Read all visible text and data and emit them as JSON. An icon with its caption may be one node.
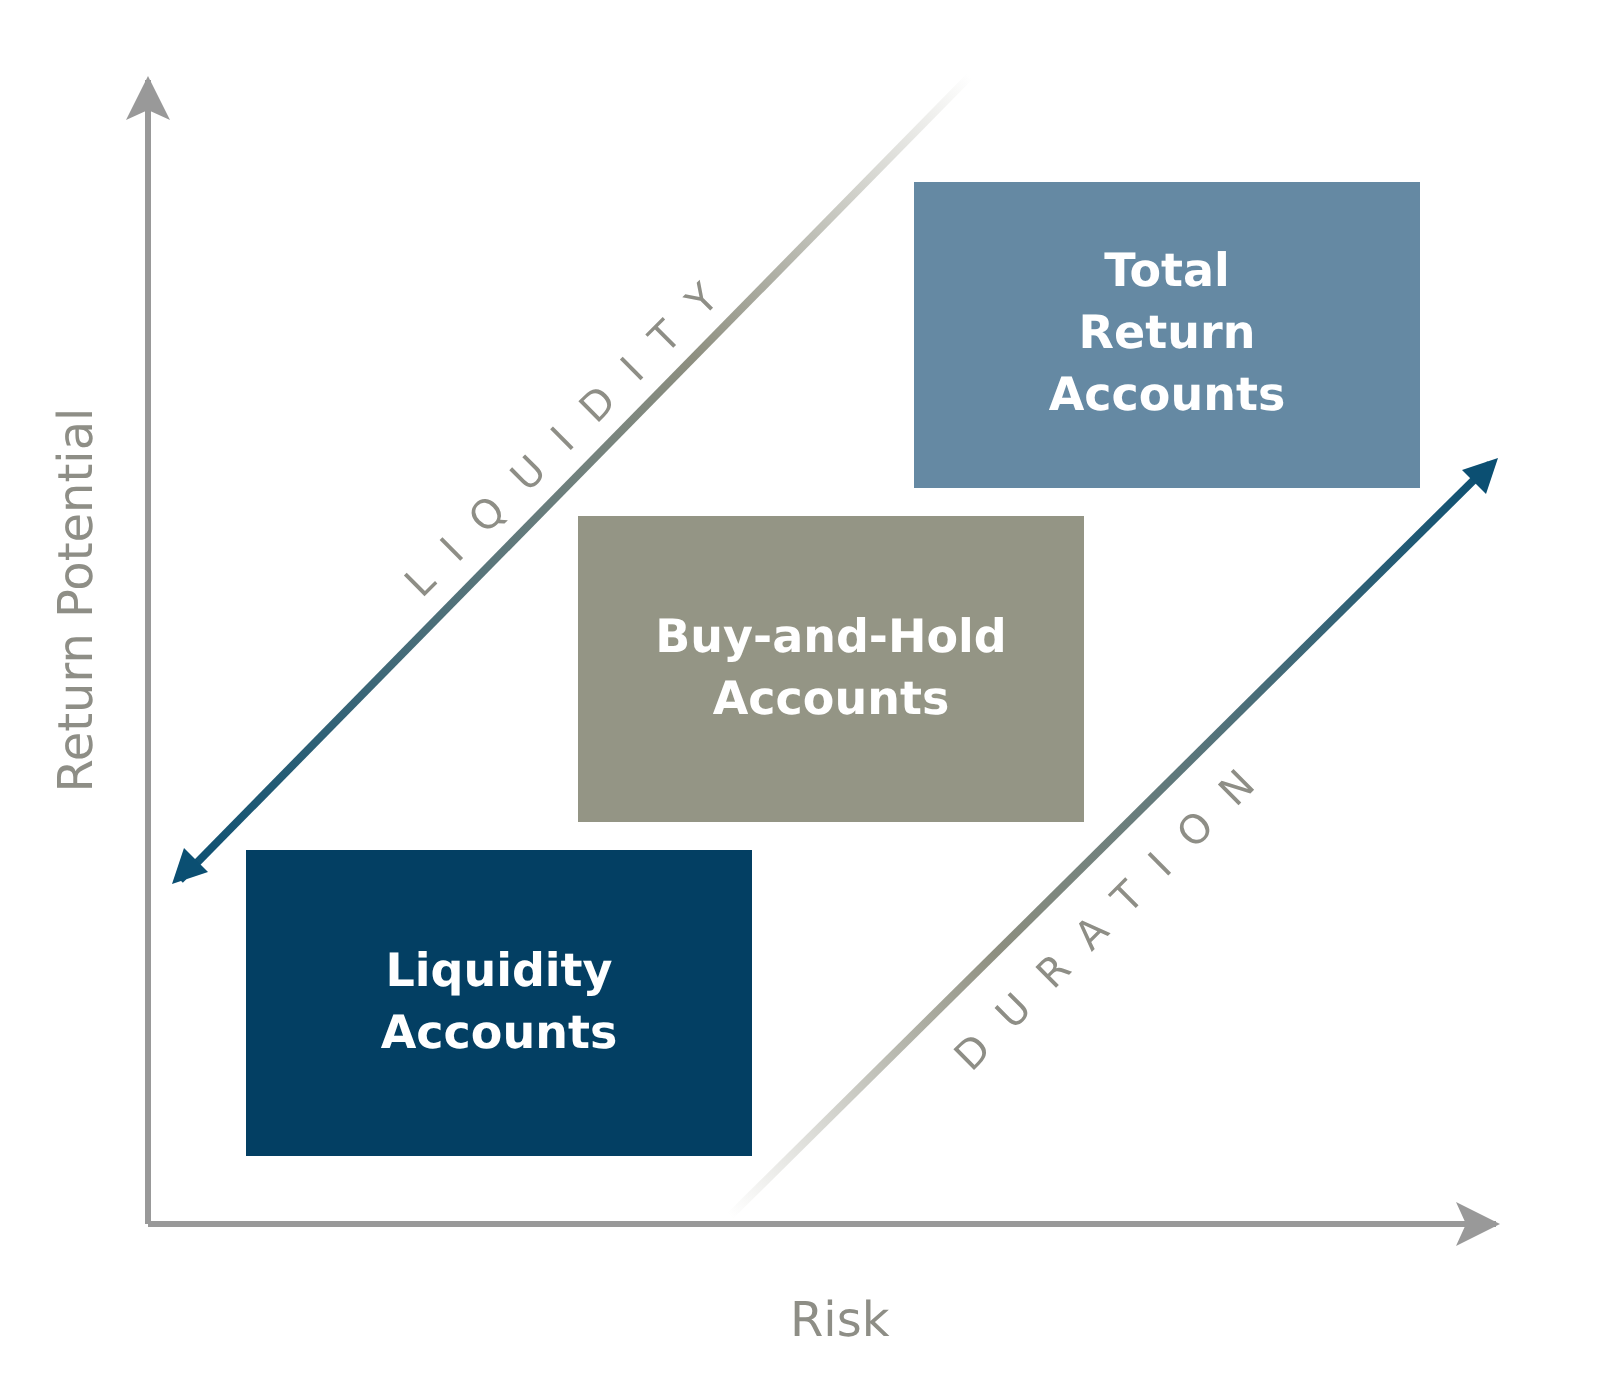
{
  "diagram": {
    "nodes": [
      {
        "text": [
          "Total Return Accounts"
        ]
      },
      {
        "text": [
          "Buy-and-Hold Accounts"
        ]
      },
      {
        "text": [
          "Liquidity Accounts"
        ]
      }
    ],
    "edges": [],
    "labels": [
      "Return Potential",
      "LIQUIDITY",
      "DURATION",
      "Risk"
    ]
  }
}
